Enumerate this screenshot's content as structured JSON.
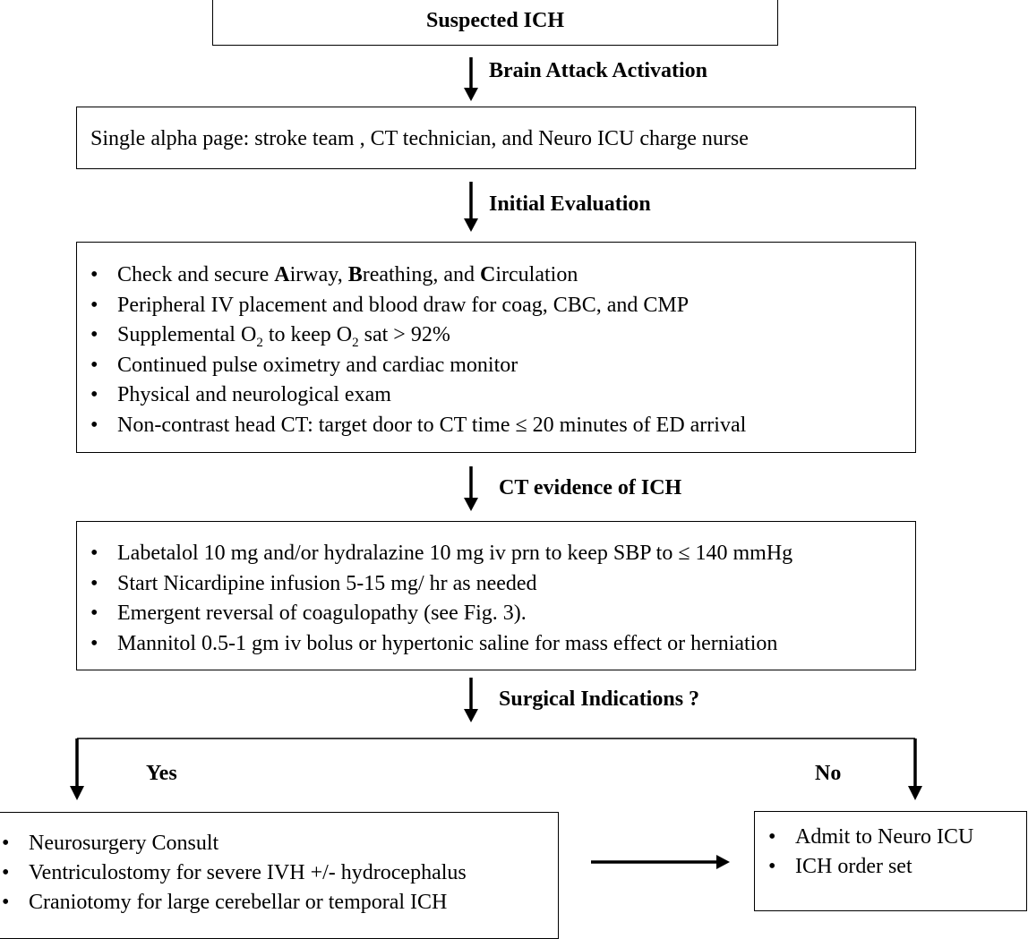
{
  "title_box": {
    "text": "Suspected ICH"
  },
  "step1": {
    "arrow_label": "Brain Attack Activation",
    "text": "Single alpha page: stroke team , CT technician, and Neuro ICU charge nurse"
  },
  "step2": {
    "arrow_label": "Initial Evaluation",
    "item1": {
      "pre": "Check and secure ",
      "a": "A",
      "a_rest": "irway, ",
      "b": "B",
      "b_rest": "reathing, and ",
      "c": "C",
      "c_rest": "irculation"
    },
    "item2": "Peripheral IV placement and blood draw for coag, CBC,  and CMP",
    "item3": {
      "pre": "Supplemental O",
      "sub1": "2",
      "mid": " to keep O",
      "sub2": "2",
      "post": " sat > 92%"
    },
    "item4": "Continued pulse oximetry and cardiac monitor",
    "item5": "Physical and neurological exam",
    "item6": "Non-contrast head CT: target  door to CT time ≤ 20 minutes of ED arrival"
  },
  "step3": {
    "arrow_label": "CT evidence of ICH",
    "items": [
      "Labetalol 10 mg and/or hydralazine 10 mg iv prn to keep SBP to ≤ 140 mmHg",
      "Start Nicardipine infusion 5-15 mg/ hr as needed",
      "Emergent reversal of coagulopathy (see Fig. 3).",
      "Mannitol 0.5-1 gm iv bolus or hypertonic saline for mass effect or herniation"
    ]
  },
  "step4": {
    "arrow_label": "Surgical Indications ?"
  },
  "yes_branch": {
    "label": "Yes",
    "items": [
      "Neurosurgery Consult",
      "Ventriculostomy for severe IVH +/- hydrocephalus",
      "Craniotomy for large cerebellar or temporal ICH"
    ]
  },
  "no_branch": {
    "label": "No",
    "items": [
      "Admit to Neuro ICU",
      "ICH order set"
    ]
  }
}
